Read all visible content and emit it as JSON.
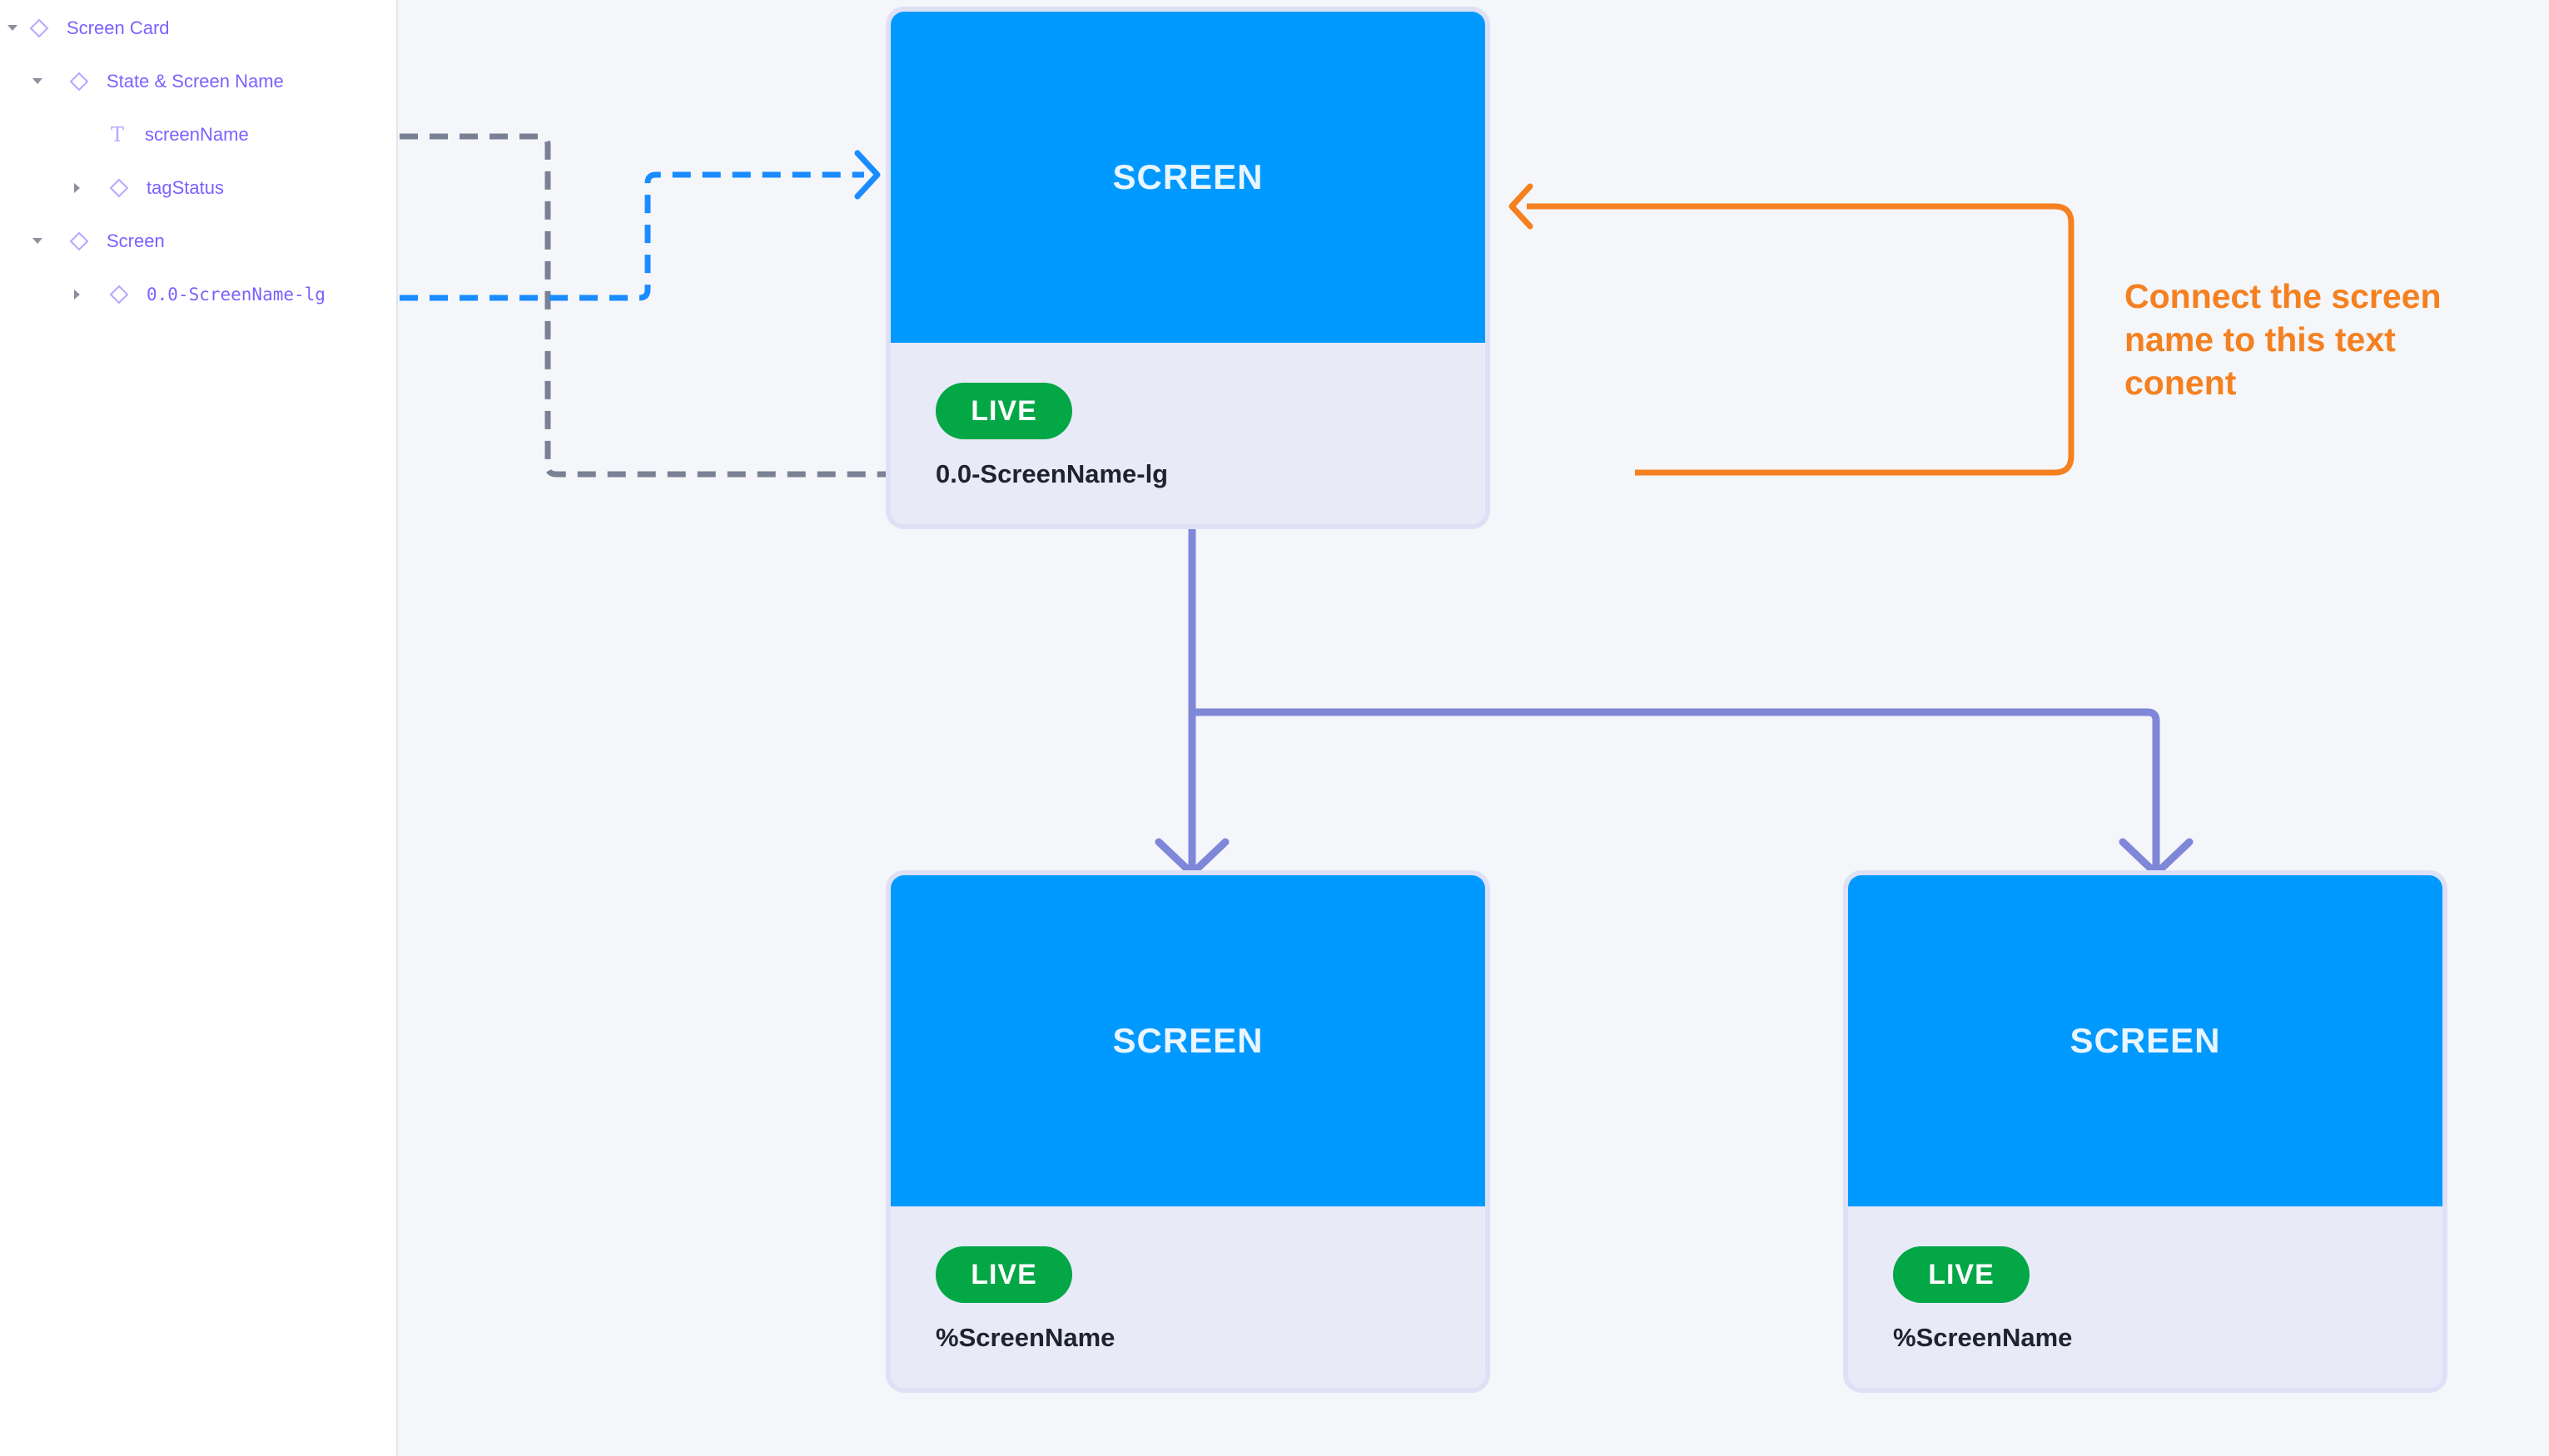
{
  "layers": [
    {
      "label": "Screen Card",
      "icon": "component-icon",
      "expanded": true,
      "depth": 0
    },
    {
      "label": "State & Screen Name",
      "icon": "component-icon",
      "expanded": true,
      "depth": 1
    },
    {
      "label": "screenName",
      "icon": "text-icon",
      "depth": 2
    },
    {
      "label": "tagStatus",
      "icon": "component-icon",
      "expanded": false,
      "depth": 2
    },
    {
      "label": "Screen",
      "icon": "component-icon",
      "expanded": true,
      "depth": 1
    },
    {
      "label": "0.0-ScreenName-lg",
      "icon": "component-icon",
      "expanded": false,
      "depth": 2
    }
  ],
  "cards": [
    {
      "screen_label": "SCREEN",
      "badge": "LIVE",
      "name": "0.0-ScreenName-lg"
    },
    {
      "screen_label": "SCREEN",
      "badge": "LIVE",
      "name": "%ScreenName"
    },
    {
      "screen_label": "SCREEN",
      "badge": "LIVE",
      "name": "%ScreenName"
    }
  ],
  "note": "Connect the screen name to this text conent",
  "colors": {
    "layer_text": "#7b61ff",
    "screen_blue": "#0099ff",
    "live_green": "#03a746",
    "card_bg": "#e8eaf8",
    "gray_connector": "#7b8194",
    "blue_connector": "#1a8cff",
    "orange_connector": "#f5801f",
    "purple_connector": "#7f87d8"
  }
}
